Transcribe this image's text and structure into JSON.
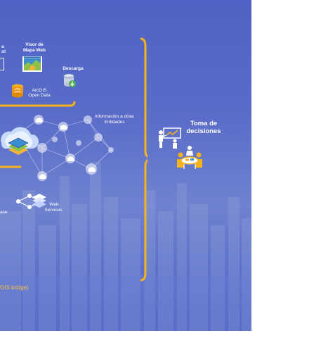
{
  "labels": {
    "partial_left_top": "o",
    "partial_left_top2": "ol",
    "visor_line1": "Visor de",
    "visor_line2": "Mapa Web",
    "descarga": "Descarga",
    "arcgis_line1": "ArcGIS",
    "arcgis_line2": "Open Data",
    "info_line1": "Información a otras",
    "info_line2": "Entidades",
    "web_line1": "Web",
    "web_line2": "Services",
    "partial_left_mid": "ase",
    "partial_bottom": "GIS bridge)",
    "toma_line1": "Toma de",
    "toma_line2": "decisiones"
  },
  "icons": [
    "map-viewer-icon",
    "database-download-icon",
    "arcgis-open-data-icon",
    "cloud-network-icon",
    "web-services-icon",
    "meeting-presentation-icon",
    "people-table-icon"
  ],
  "colors": {
    "background_top": "#4f63c6",
    "background_bottom": "#4e64c4",
    "accent": "#f6b21b",
    "text": "#ffffff",
    "bridge_text": "#f6c342"
  }
}
